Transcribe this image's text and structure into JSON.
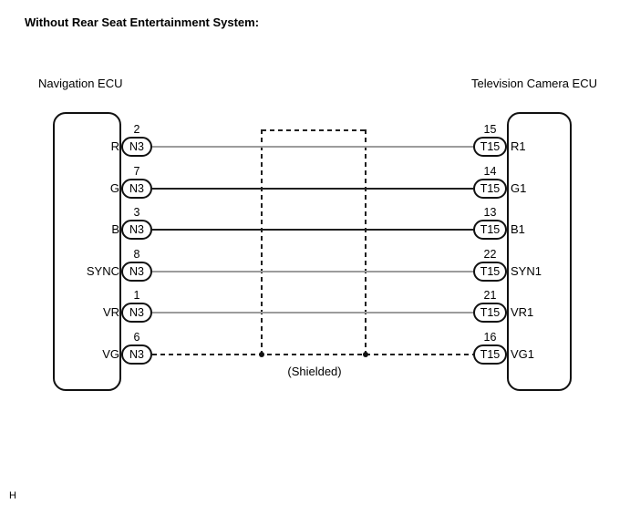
{
  "title": "Without Rear Seat Entertainment System:",
  "footer_mark": "H",
  "diagram": {
    "left_ecu": {
      "name": "Navigation ECU",
      "connector_code": "N3"
    },
    "right_ecu": {
      "name": "Television Camera ECU",
      "connector_code": "T15"
    },
    "shield_label": "(Shielded)",
    "colors": {
      "wire_gray": "#9c9c9c",
      "wire_black": "#1f1f1f",
      "line_black": "#111111"
    },
    "rows": [
      {
        "left_label": "R",
        "left_pin": "2",
        "left_connector": "N3",
        "right_pin": "15",
        "right_connector": "T15",
        "right_label": "R1",
        "wire_color": "gray",
        "wire_style": "solid"
      },
      {
        "left_label": "G",
        "left_pin": "7",
        "left_connector": "N3",
        "right_pin": "14",
        "right_connector": "T15",
        "right_label": "G1",
        "wire_color": "black",
        "wire_style": "solid"
      },
      {
        "left_label": "B",
        "left_pin": "3",
        "left_connector": "N3",
        "right_pin": "13",
        "right_connector": "T15",
        "right_label": "B1",
        "wire_color": "black",
        "wire_style": "solid"
      },
      {
        "left_label": "SYNC",
        "left_pin": "8",
        "left_connector": "N3",
        "right_pin": "22",
        "right_connector": "T15",
        "right_label": "SYN1",
        "wire_color": "gray",
        "wire_style": "solid"
      },
      {
        "left_label": "VR",
        "left_pin": "1",
        "left_connector": "N3",
        "right_pin": "21",
        "right_connector": "T15",
        "right_label": "VR1",
        "wire_color": "gray",
        "wire_style": "solid"
      },
      {
        "left_label": "VG",
        "left_pin": "6",
        "left_connector": "N3",
        "right_pin": "16",
        "right_connector": "T15",
        "right_label": "VG1",
        "wire_color": "black",
        "wire_style": "dashed"
      }
    ]
  }
}
